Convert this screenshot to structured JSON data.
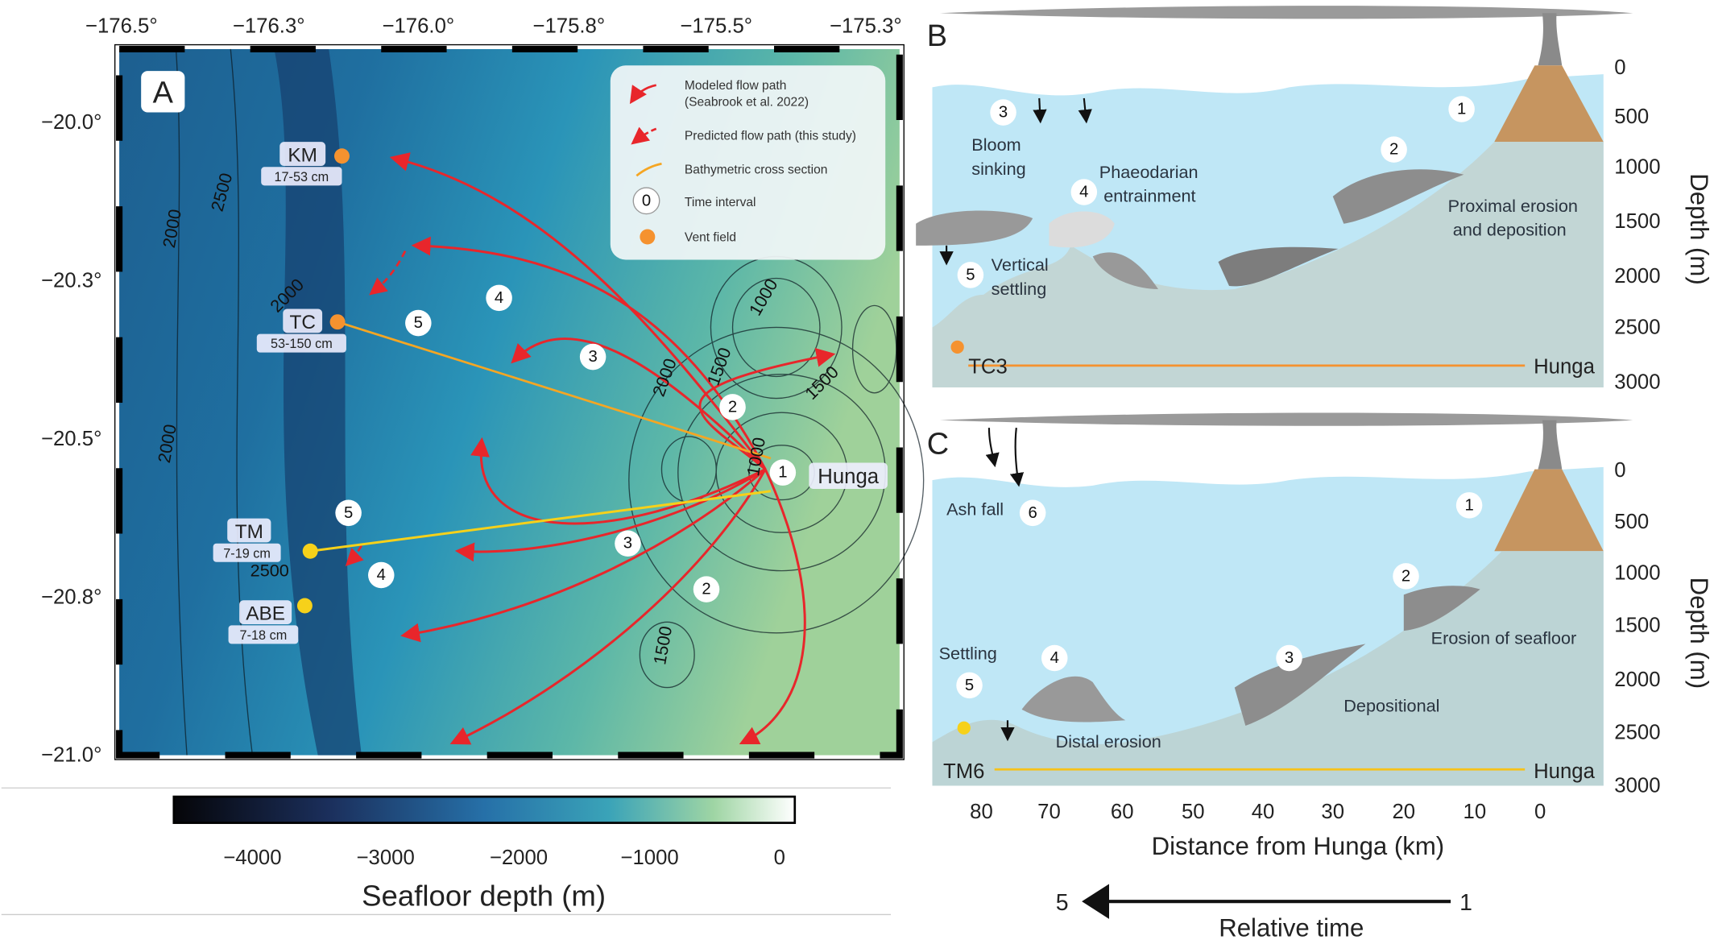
{
  "panel_a": {
    "label": "A",
    "lon_ticks": [
      "−176.5°",
      "−176.3°",
      "−176.0°",
      "−175.8°",
      "−175.5°",
      "−175.3°"
    ],
    "lat_ticks": [
      "−20.0°",
      "−20.3°",
      "−20.5°",
      "−20.8°",
      "−21.0°"
    ],
    "contour_labels": [
      "2500",
      "2000",
      "2000",
      "2000",
      "2500",
      "1000",
      "1500",
      "2000",
      "1500",
      "1000",
      "1500"
    ],
    "sites": [
      {
        "name": "KM",
        "range": "17-53 cm",
        "color": "#f5922f"
      },
      {
        "name": "TC",
        "range": "53-150 cm",
        "color": "#f5922f"
      },
      {
        "name": "TM",
        "range": "7-19 cm",
        "color": "#f6d11a"
      },
      {
        "name": "ABE",
        "range": "7-18 cm",
        "color": "#f6d11a"
      }
    ],
    "volcano": "Hunga",
    "time_markers": [
      "1",
      "2",
      "2",
      "3",
      "3",
      "4",
      "4",
      "5",
      "5"
    ],
    "legend": [
      {
        "icon": "solid-red-arrow",
        "label": "Modeled flow path",
        "label2": "(Seabrook et al. 2022)",
        "color": "#e8262b"
      },
      {
        "icon": "dashed-red-arrow",
        "label": "Predicted flow path (this study)",
        "color": "#e8262b"
      },
      {
        "icon": "orange-arrow",
        "label": "Bathymetric cross section",
        "color": "#f5a623"
      },
      {
        "icon": "time-circle",
        "symbol": "0",
        "label": "Time interval"
      },
      {
        "icon": "orange-dot",
        "label": "Vent field",
        "color": "#f5922f"
      }
    ],
    "colorbar": {
      "ticks": [
        "−4000",
        "−3000",
        "−2000",
        "−1000",
        "0"
      ],
      "title": "Seafloor depth (m)"
    }
  },
  "panel_b": {
    "label": "B",
    "depth_ticks": [
      "0",
      "500",
      "1000",
      "1500",
      "2000",
      "2500",
      "3000"
    ],
    "axis_title": "Depth (m)",
    "steps": [
      {
        "n": "1"
      },
      {
        "n": "2",
        "text": "Proximal erosion",
        "text2": "and deposition"
      },
      {
        "n": "3",
        "text": "Bloom",
        "text2": "sinking"
      },
      {
        "n": "4",
        "text": "Phaeodarian",
        "text2": "entrainment"
      },
      {
        "n": "5",
        "text": "Vertical",
        "text2": "settling"
      }
    ],
    "left_site": "TC3",
    "right_site": "Hunga"
  },
  "panel_c": {
    "label": "C",
    "depth_ticks": [
      "0",
      "500",
      "1000",
      "1500",
      "2000",
      "2500",
      "3000"
    ],
    "axis_title": "Depth (m)",
    "labels": {
      "ash": "Ash fall",
      "erosion": "Erosion of seafloor",
      "depositional": "Depositional",
      "distal": "Distal erosion",
      "settling": "Settling"
    },
    "numbers": [
      "1",
      "2",
      "3",
      "4",
      "5",
      "6"
    ],
    "left_site": "TM6",
    "right_site": "Hunga",
    "distance_ticks": [
      "80",
      "70",
      "60",
      "50",
      "40",
      "30",
      "20",
      "10",
      "0"
    ],
    "x_title": "Distance from Hunga (km)"
  },
  "time_arrow": {
    "start": "1",
    "end": "5",
    "label": "Relative time"
  }
}
